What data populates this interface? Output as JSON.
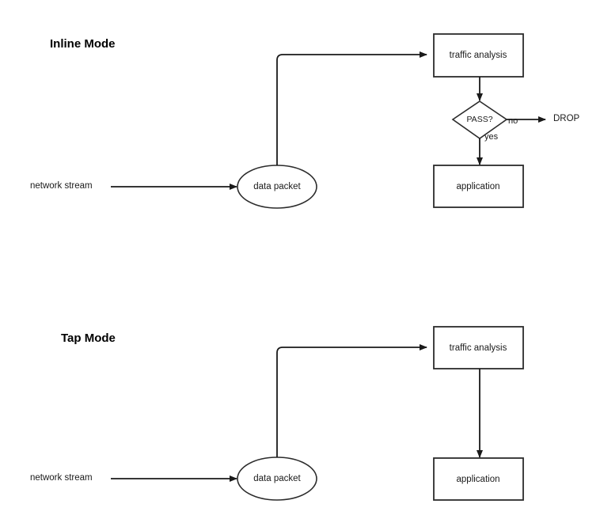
{
  "diagram": {
    "title_inline": "Inline Mode",
    "title_tap": "Tap Mode",
    "stroke_color": "#2b2b2b",
    "text_color": "#1a1a1a",
    "background_color": "#ffffff"
  },
  "inline_mode": {
    "heading": "Inline Mode",
    "input_label": "network stream",
    "packet_node": "data packet",
    "analysis_node": "traffic analysis",
    "decision_node": "PASS?",
    "decision_yes": "yes",
    "decision_no": "no",
    "drop_label": "DROP",
    "application_node": "application"
  },
  "tap_mode": {
    "heading": "Tap Mode",
    "input_label": "network stream",
    "packet_node": "data packet",
    "analysis_node": "traffic analysis",
    "application_node": "application"
  }
}
